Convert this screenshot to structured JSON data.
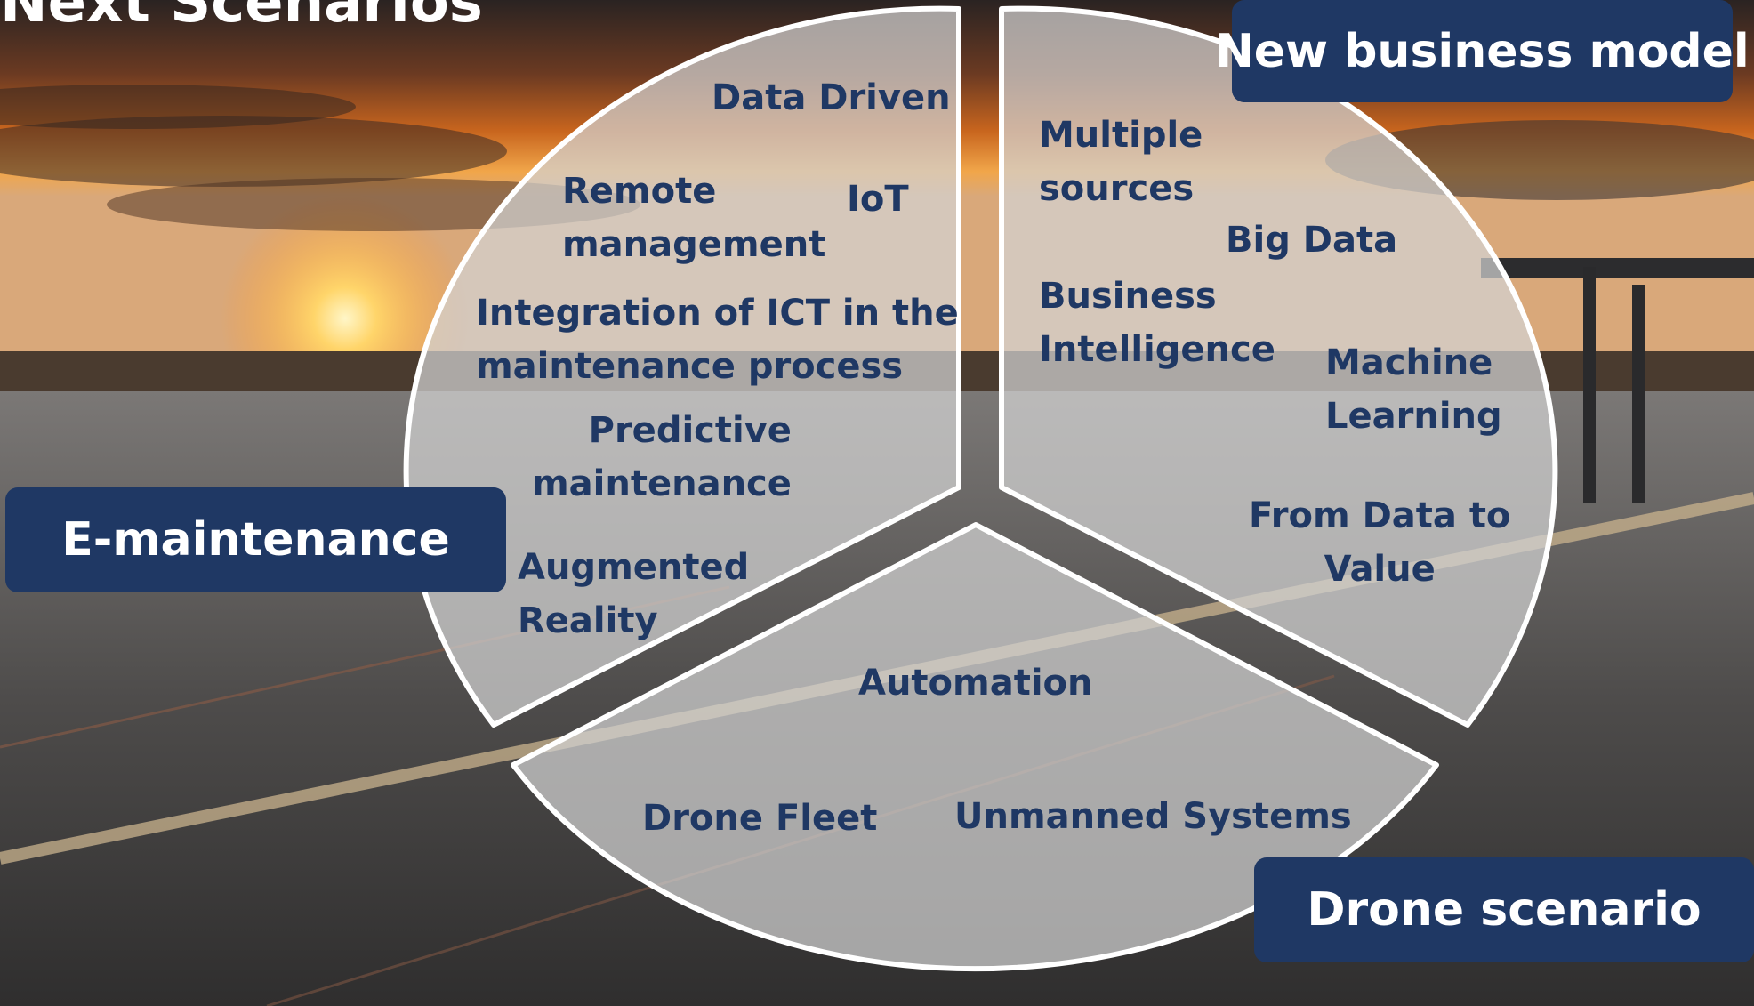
{
  "page_title": "Next Scenarios",
  "colors": {
    "label_text": "#1f3864",
    "tag_bg": "#1f3864",
    "tag_text": "#ffffff"
  },
  "sections": {
    "emaintenance": {
      "tag": "E-maintenance",
      "items": {
        "data_driven": "Data Driven",
        "remote_1": "Remote",
        "remote_2": "management",
        "iot": "IoT",
        "ict_1": "Integration of ICT in the",
        "ict_2": "maintenance process",
        "pred_1": "Predictive",
        "pred_2": "maintenance",
        "ar_1": "Augmented",
        "ar_2": "Reality"
      }
    },
    "business": {
      "tag": "New business model",
      "items": {
        "multi_1": "Multiple",
        "multi_2": "sources",
        "big_data": "Big Data",
        "bi_1": "Business",
        "bi_2": "Intelligence",
        "ml_1": "Machine",
        "ml_2": "Learning",
        "fdv_1": "From Data to",
        "fdv_2": "Value"
      }
    },
    "drone": {
      "tag": "Drone scenario",
      "items": {
        "automation": "Automation",
        "fleet": "Drone Fleet",
        "unmanned": "Unmanned Systems"
      }
    }
  }
}
